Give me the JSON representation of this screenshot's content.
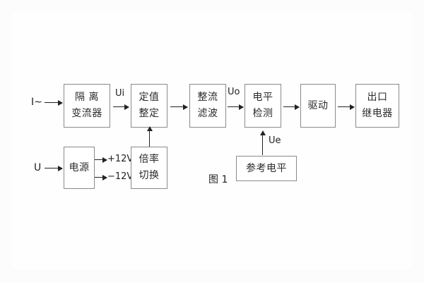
{
  "figure": {
    "caption": "图 1",
    "blocks": [
      {
        "id": "isolation-ct",
        "lines": [
          "隔 离",
          "变流器"
        ]
      },
      {
        "id": "setting",
        "lines": [
          "定值",
          "整定"
        ]
      },
      {
        "id": "rectify-filter",
        "lines": [
          "整流",
          "滤波"
        ]
      },
      {
        "id": "level-detect",
        "lines": [
          "电平",
          "检测"
        ]
      },
      {
        "id": "drive",
        "lines": [
          "驱动"
        ]
      },
      {
        "id": "output-relay",
        "lines": [
          "出口",
          "继电器"
        ]
      },
      {
        "id": "power-supply",
        "lines": [
          "电源"
        ]
      },
      {
        "id": "multiplier-switch",
        "lines": [
          "倍率",
          "切换"
        ]
      },
      {
        "id": "reference-level",
        "lines": [
          "参考电平"
        ]
      }
    ],
    "signals": {
      "current_input": "I~",
      "voltage_input": "U",
      "ui": "Ui",
      "uo": "Uo",
      "ue": "Ue",
      "rail_positive": "+12V",
      "rail_negative": "−12V"
    },
    "colors": {
      "box_border": "#8a8a8a",
      "line": "#222222",
      "text": "#2b2b2b",
      "background": "#fcfcfd"
    }
  }
}
